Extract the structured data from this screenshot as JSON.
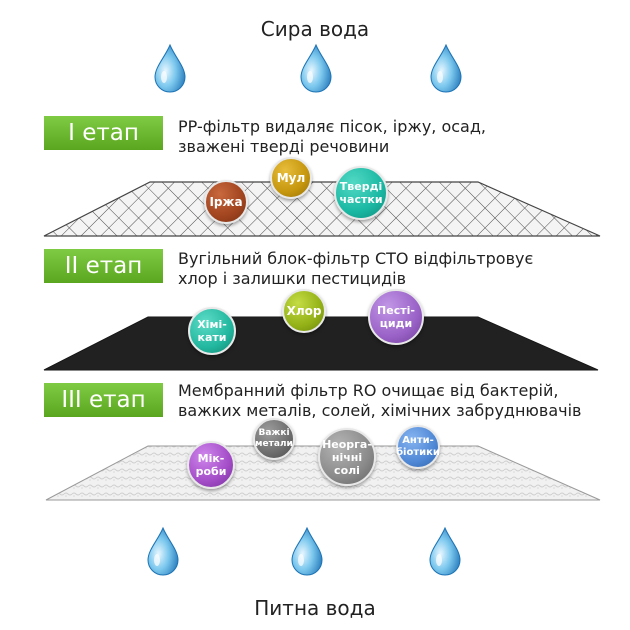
{
  "top_label": "Сира вода",
  "bottom_label": "Питна вода",
  "icons": {
    "drop": "water-drop-icon"
  },
  "stages": [
    {
      "label": "I етап",
      "description": [
        "PP-фільтр видаляє пісок, іржу, осад,",
        "зважені тверді речовини"
      ],
      "particles": [
        {
          "text": "Іржа",
          "color": "#a0441f"
        },
        {
          "text": "Мул",
          "color": "#c5960e"
        },
        {
          "text": "Тверді частки",
          "color": "#1ab8a3"
        }
      ]
    },
    {
      "label": "II етап",
      "description": [
        "Вугільний блок-фільтр CTO відфільтровує",
        "хлор і залишки пестицидів"
      ],
      "particles": [
        {
          "text": "Хімі-кати",
          "color": "#22b79f"
        },
        {
          "text": "Хлор",
          "color": "#93b117"
        },
        {
          "text": "Песті-циди",
          "color": "#9a62c7"
        }
      ]
    },
    {
      "label": "III етап",
      "description": [
        "Мембранний фільтр RO очищає від бактерій,",
        "важких металів, солей, хімічних забруднювачів"
      ],
      "particles": [
        {
          "text": "Мік-роби",
          "color": "#a34cc7"
        },
        {
          "text": "Важкі метали",
          "color": "#6d6d6d"
        },
        {
          "text": "Неорга-нічні солі",
          "color": "#8a8a8a"
        },
        {
          "text": "Анти-біотики",
          "color": "#4f88d6"
        }
      ]
    }
  ],
  "colors": {
    "stage_green": "#6ab52e",
    "drop_blue": "#3ba3d9"
  }
}
